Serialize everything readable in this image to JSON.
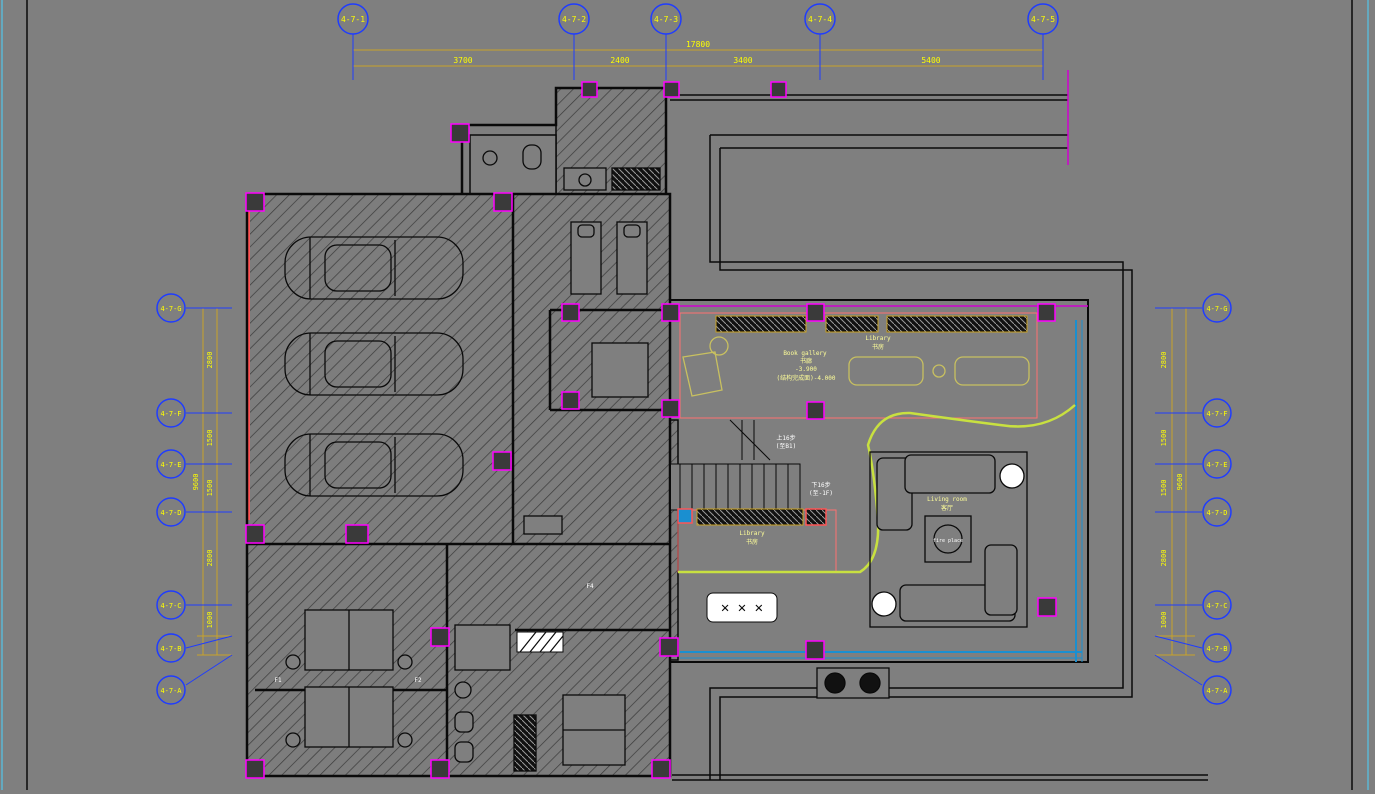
{
  "colors": {
    "background": "#7f7f7f",
    "wall": "#0a0a0a",
    "axis_bubble": "#1f3cff",
    "axis_label": "#ffff00",
    "dimension_line": "#c9a32a",
    "column": "#3a3a3a",
    "column_outline": "#ff00ff",
    "glass": "#1a8fd0",
    "landscape": "#c8e040",
    "furniture_tan": "#c8c060",
    "library_red": "#ff3333"
  },
  "axes": {
    "top": [
      "4-7-1",
      "4-7-2",
      "4-7-3",
      "4-7-4",
      "4-7-5"
    ],
    "left": [
      "4-7-G",
      "4-7-F",
      "4-7-E",
      "4-7-D",
      "4-7-C",
      "4-7-B",
      "4-7-A"
    ],
    "right": [
      "4-7-G",
      "4-7-F",
      "4-7-E",
      "4-7-D",
      "4-7-C",
      "4-7-B",
      "4-7-A"
    ]
  },
  "dimensions": {
    "top_total": "17800",
    "top_segments": [
      "3700",
      "2400",
      "3400",
      "5400"
    ],
    "left_segments": [
      "2800",
      "1500",
      "1500",
      "2800",
      "1000"
    ],
    "left_total": "9600",
    "right_segments": [
      "2800",
      "1500",
      "1500",
      "2800",
      "1000"
    ],
    "right_total": "9600"
  },
  "room_labels": {
    "book_gallery": "Book gallery",
    "book_gallery_cn": "书廊",
    "library_upper": "Library",
    "library_upper_cn": "书房",
    "level_mark": "-3.900",
    "level_note": "(结构完成面)-4.000",
    "library_lower": "Library",
    "library_lower_cn": "书房",
    "living_room": "Living room",
    "living_room_cn": "客厅",
    "fire_place": "fire place",
    "stair_up": "上16步",
    "stair_up_note": "(至B1)",
    "stair_down": "下16步",
    "stair_down_note": "(至-1F)",
    "corridor_mark": "F4",
    "door_mark_1": "F1",
    "door_mark_2": "F2"
  }
}
